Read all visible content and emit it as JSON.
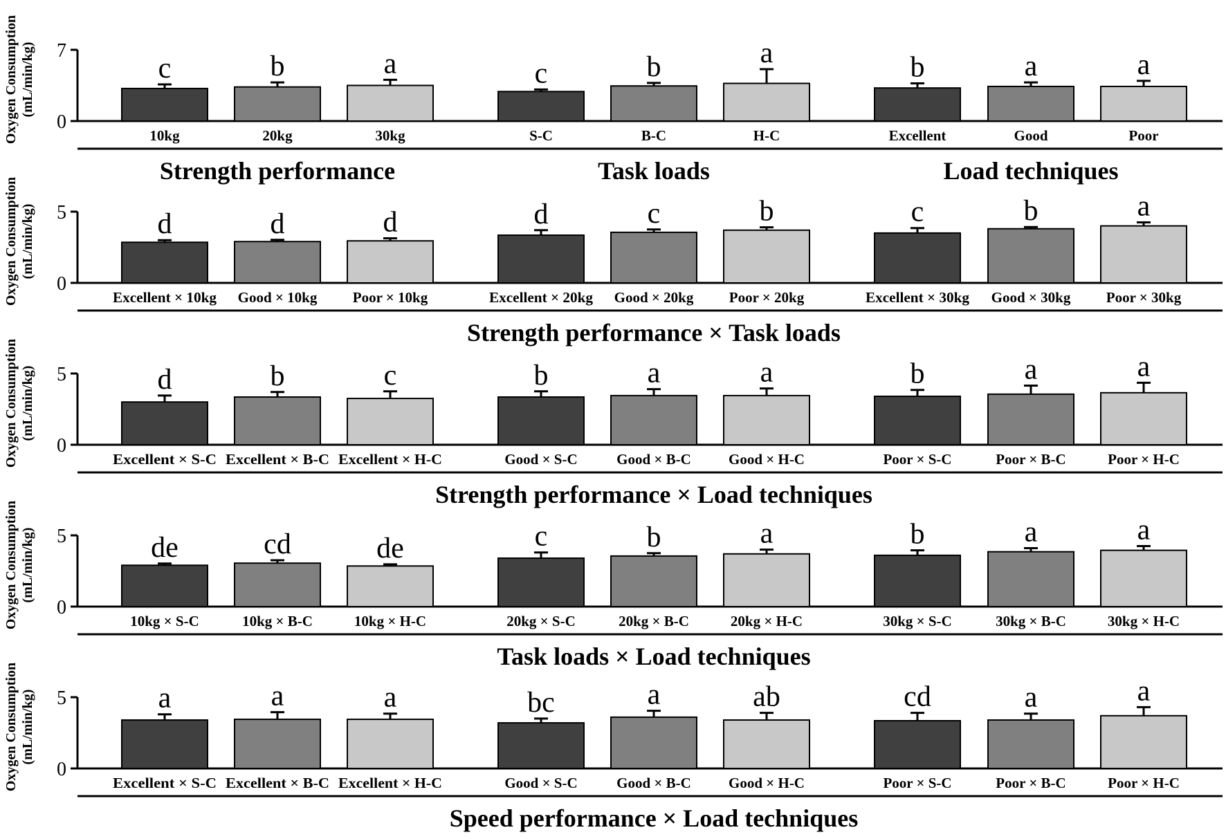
{
  "chart_data": [
    {
      "type": "bar",
      "ylabel": [
        "Oxygen Consumption",
        "(mL/min/kg)"
      ],
      "ylim": [
        0,
        7
      ],
      "yticks": [
        0,
        7
      ],
      "groups": [
        {
          "title": "Strength performance",
          "categories": [
            "10kg",
            "20kg",
            "30kg"
          ],
          "values": [
            3.2,
            3.35,
            3.5
          ],
          "errors": [
            0.4,
            0.45,
            0.55
          ],
          "letters": [
            "c",
            "b",
            "a"
          ]
        },
        {
          "title": "Task loads",
          "categories": [
            "S-C",
            "B-C",
            "H-C"
          ],
          "values": [
            2.9,
            3.45,
            3.7
          ],
          "errors": [
            0.2,
            0.3,
            1.4
          ],
          "letters": [
            "c",
            "b",
            "a"
          ]
        },
        {
          "title": "Load techniques",
          "categories": [
            "Excellent",
            "Good",
            "Poor"
          ],
          "values": [
            3.25,
            3.4,
            3.4
          ],
          "errors": [
            0.45,
            0.4,
            0.55
          ],
          "letters": [
            "b",
            "a",
            "a"
          ]
        }
      ]
    },
    {
      "type": "bar",
      "ylabel": [
        "Oxygen Consumption",
        "(mL/min/kg)"
      ],
      "title": "Strength performance × Task loads",
      "ylim": [
        0,
        5
      ],
      "yticks": [
        0,
        5
      ],
      "groups": [
        {
          "categories": [
            "Excellent × 10kg",
            "Good × 10kg",
            "Poor × 10kg"
          ],
          "values": [
            2.85,
            2.9,
            2.95
          ],
          "errors": [
            0.15,
            0.12,
            0.18
          ],
          "letters": [
            "d",
            "d",
            "d"
          ]
        },
        {
          "categories": [
            "Excellent × 20kg",
            "Good × 20kg",
            "Poor × 20kg"
          ],
          "values": [
            3.35,
            3.55,
            3.7
          ],
          "errors": [
            0.35,
            0.2,
            0.2
          ],
          "letters": [
            "d",
            "c",
            "b"
          ]
        },
        {
          "categories": [
            "Excellent × 30kg",
            "Good × 30kg",
            "Poor × 30kg"
          ],
          "values": [
            3.5,
            3.8,
            4.0
          ],
          "errors": [
            0.35,
            0.12,
            0.25
          ],
          "letters": [
            "c",
            "b",
            "a"
          ]
        }
      ]
    },
    {
      "type": "bar",
      "ylabel": [
        "Oxygen Consumption",
        "(mL/min/kg)"
      ],
      "title": "Strength performance × Load techniques",
      "ylim": [
        0,
        5
      ],
      "yticks": [
        0,
        5
      ],
      "groups": [
        {
          "categories": [
            "Excellent × S-C",
            "Excellent × B-C",
            "Excellent × H-C"
          ],
          "values": [
            3.0,
            3.35,
            3.25
          ],
          "errors": [
            0.45,
            0.35,
            0.5
          ],
          "letters": [
            "d",
            "b",
            "c"
          ]
        },
        {
          "categories": [
            "Good × S-C",
            "Good × B-C",
            "Good × H-C"
          ],
          "values": [
            3.35,
            3.45,
            3.45
          ],
          "errors": [
            0.4,
            0.45,
            0.5
          ],
          "letters": [
            "b",
            "a",
            "a"
          ]
        },
        {
          "categories": [
            "Poor × S-C",
            "Poor × B-C",
            "Poor × H-C"
          ],
          "values": [
            3.4,
            3.55,
            3.65
          ],
          "errors": [
            0.45,
            0.6,
            0.7
          ],
          "letters": [
            "b",
            "a",
            "a"
          ]
        }
      ]
    },
    {
      "type": "bar",
      "ylabel": [
        "Oxygen Consumption",
        "(mL/min/kg)"
      ],
      "title": "Task loads × Load techniques",
      "ylim": [
        0,
        5
      ],
      "yticks": [
        0,
        5
      ],
      "groups": [
        {
          "categories": [
            "10kg × S-C",
            "10kg × B-C",
            "10kg × H-C"
          ],
          "values": [
            2.9,
            3.05,
            2.85
          ],
          "errors": [
            0.12,
            0.2,
            0.12
          ],
          "letters": [
            "de",
            "cd",
            "de"
          ]
        },
        {
          "categories": [
            "20kg × S-C",
            "20kg × B-C",
            "20kg × H-C"
          ],
          "values": [
            3.4,
            3.55,
            3.7
          ],
          "errors": [
            0.4,
            0.2,
            0.3
          ],
          "letters": [
            "c",
            "b",
            "a"
          ]
        },
        {
          "categories": [
            "30kg × S-C",
            "30kg × B-C",
            "30kg × H-C"
          ],
          "values": [
            3.6,
            3.85,
            3.95
          ],
          "errors": [
            0.35,
            0.25,
            0.3
          ],
          "letters": [
            "b",
            "a",
            "a"
          ]
        }
      ]
    },
    {
      "type": "bar",
      "ylabel": [
        "Oxygen Consumption",
        "(mL/min/kg)"
      ],
      "title": "Speed performance × Load techniques",
      "ylim": [
        0,
        5
      ],
      "yticks": [
        0,
        5
      ],
      "groups": [
        {
          "categories": [
            "Excellent × S-C",
            "Excellent × B-C",
            "Excellent × H-C"
          ],
          "values": [
            3.4,
            3.45,
            3.45
          ],
          "errors": [
            0.4,
            0.5,
            0.4
          ],
          "letters": [
            "a",
            "a",
            "a"
          ]
        },
        {
          "categories": [
            "Good × S-C",
            "Good × B-C",
            "Good × H-C"
          ],
          "values": [
            3.2,
            3.6,
            3.4
          ],
          "errors": [
            0.3,
            0.45,
            0.5
          ],
          "letters": [
            "bc",
            "a",
            "ab"
          ]
        },
        {
          "categories": [
            "Poor × S-C",
            "Poor × B-C",
            "Poor × H-C"
          ],
          "values": [
            3.35,
            3.4,
            3.7
          ],
          "errors": [
            0.55,
            0.45,
            0.6
          ],
          "letters": [
            "cd",
            "a",
            "a"
          ]
        }
      ]
    }
  ],
  "colors": {
    "bar_dark": "#404040",
    "bar_mid": "#808080",
    "bar_light": "#c8c8c8",
    "axis": "#000000"
  }
}
